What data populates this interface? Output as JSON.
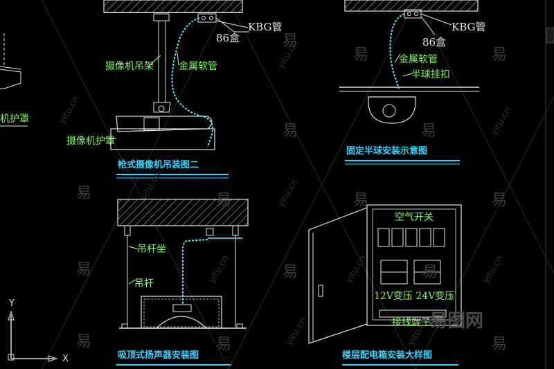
{
  "drawings": {
    "camera_mount": {
      "title": "枪式摄像机吊装图二",
      "labels": {
        "kbg": "KBG管",
        "box86": "86盒",
        "hanger": "摄像机吊架",
        "hose": "金属软管",
        "housing": "摄像机护罩"
      }
    },
    "dome_mount": {
      "title": "固定半球安装示意图",
      "labels": {
        "kbg": "KBG管",
        "box86": "86盒",
        "hose": "金属软管",
        "clip": "半球挂扣"
      }
    },
    "speaker_mount": {
      "title": "吸顶式扬声器安装图",
      "labels": {
        "rod_seat": "吊杆坐",
        "rod": "吊杆"
      }
    },
    "panel": {
      "title": "楼层配电箱安装大样图",
      "labels": {
        "breaker": "空气开关",
        "transformer": "12V变压 24V变压",
        "terminal": "接线端子"
      }
    }
  },
  "left_fragment": {
    "label": "机护罩"
  },
  "ucs": {
    "x_label": "X",
    "y_label": "Y"
  },
  "watermark": {
    "logo": "易",
    "site": "yitu.cn",
    "brand": "易图网"
  },
  "colors": {
    "title": "#33d6ff",
    "label_green": "#7dff5a",
    "cyan_line": "#5fe8ff",
    "white_line": "#e6e6e6"
  }
}
